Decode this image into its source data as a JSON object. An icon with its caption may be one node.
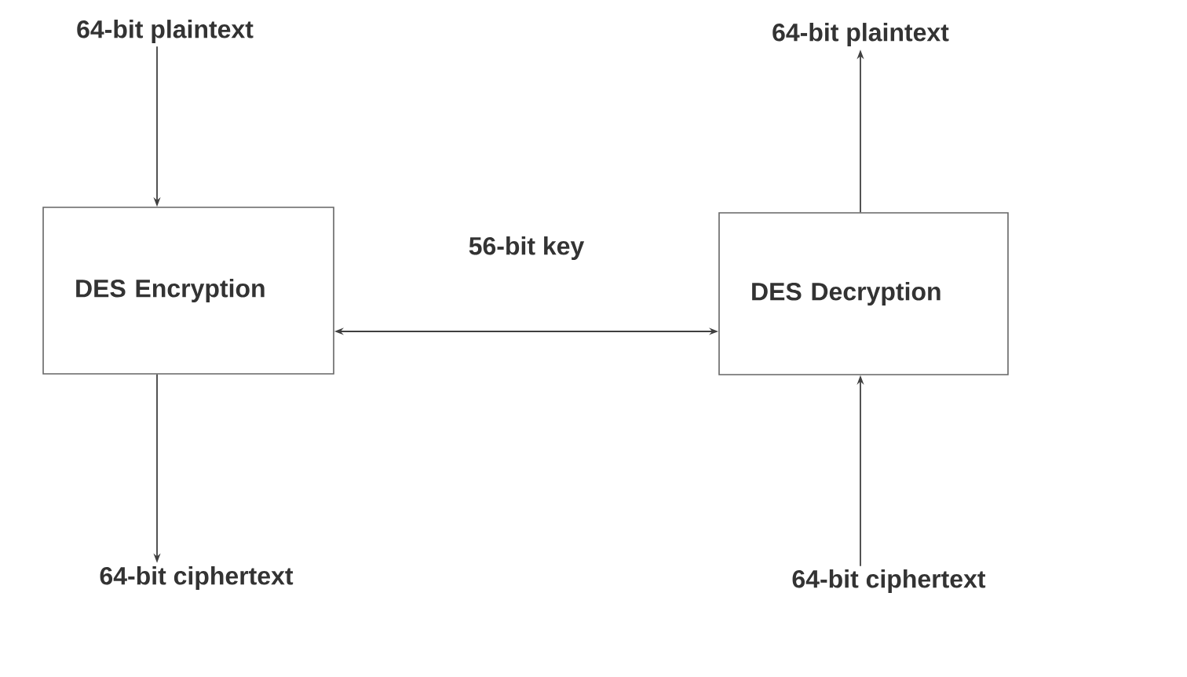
{
  "diagram": {
    "nodes": [
      {
        "text": [
          "64-bit plaintext"
        ]
      },
      {
        "text": [
          "DES Encryption"
        ]
      },
      {
        "text": [
          "64-bit ciphertext"
        ]
      },
      {
        "text": [
          "64-bit plaintext"
        ]
      },
      {
        "text": [
          "DES Decryption"
        ]
      },
      {
        "text": [
          "64-bit ciphertext"
        ]
      }
    ],
    "edges": [
      {
        "from": 0,
        "to": 1,
        "arrow": "to"
      },
      {
        "from": 1,
        "to": 2,
        "arrow": "to"
      },
      {
        "from": 1,
        "to": 4,
        "arrow": "both",
        "label": "56-bit key"
      },
      {
        "from": 4,
        "to": 3,
        "arrow": "to"
      },
      {
        "from": 5,
        "to": 4,
        "arrow": "to"
      }
    ]
  }
}
